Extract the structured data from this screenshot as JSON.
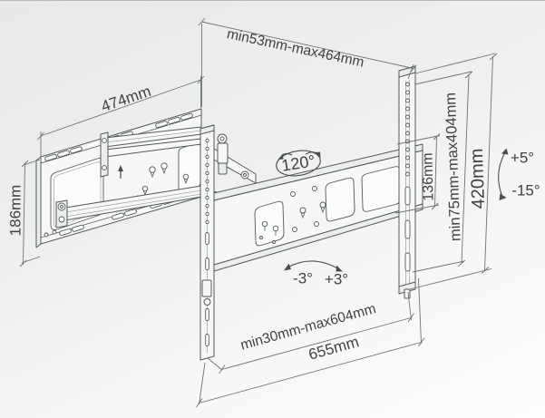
{
  "diagram": {
    "subject": "articulating-tv-wall-mount-dimension-drawing",
    "colors": {
      "background_top": "#e8e9e9",
      "background_bottom": "#fdfdfd",
      "line": "#55585b",
      "dimension_line": "#6f7276",
      "text": "#3f4143"
    },
    "labels": {
      "depth_range": "min53mm-max464mm",
      "wall_plate_width": "474mm",
      "wall_plate_height": "186mm",
      "swivel_angle": "120°",
      "bracket_hole_span": "136mm",
      "vertical_range": "min75mm-max404mm",
      "bracket_height": "420mm",
      "tilt_up": "+5°",
      "tilt_down": "-15°",
      "level_left": "-3°",
      "level_right": "+3°",
      "horizontal_range": "min30mm-max604mm",
      "plate_width": "655mm"
    }
  }
}
